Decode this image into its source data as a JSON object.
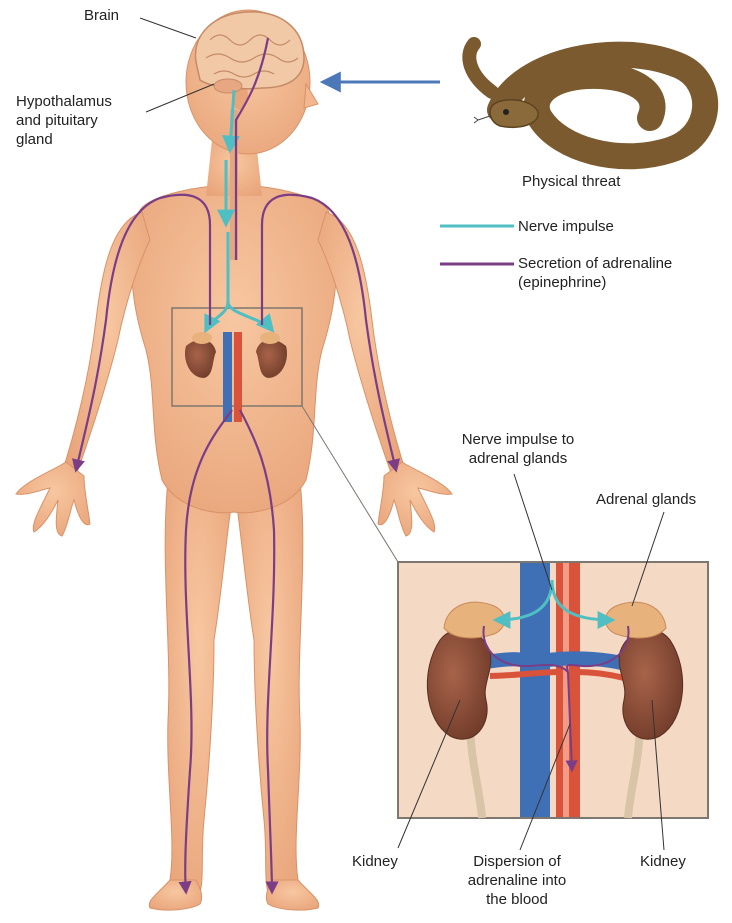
{
  "labels": {
    "brain": "Brain",
    "hypothalamus": [
      "Hypothalamus",
      "and pituitary",
      "gland"
    ],
    "physical_threat": "Physical threat",
    "nerve_to_adrenal": [
      "Nerve impulse to",
      "adrenal glands"
    ],
    "adrenal_glands": "Adrenal glands",
    "kidney_left": "Kidney",
    "kidney_right": "Kidney",
    "dispersion": [
      "Dispersion of",
      "adrenaline into",
      "the blood"
    ]
  },
  "legend": [
    {
      "label": [
        "Nerve impulse"
      ],
      "color": "#4fbfc4"
    },
    {
      "label": [
        "Secretion of adrenaline",
        "(epinephrine)"
      ],
      "color": "#7a3d86"
    }
  ],
  "colors": {
    "skin": "#f2b78e",
    "skin_shadow": "#e49f73",
    "nerve": "#4fbfc4",
    "adrenaline": "#7a3d86",
    "vein": "#3f6fb5",
    "artery": "#d9533a",
    "kidney": "#8a4a35",
    "gland": "#e8b27d",
    "snake": "#7a5a2e",
    "threat_arrow": "#4d78b8",
    "frame": "#7d776f"
  }
}
